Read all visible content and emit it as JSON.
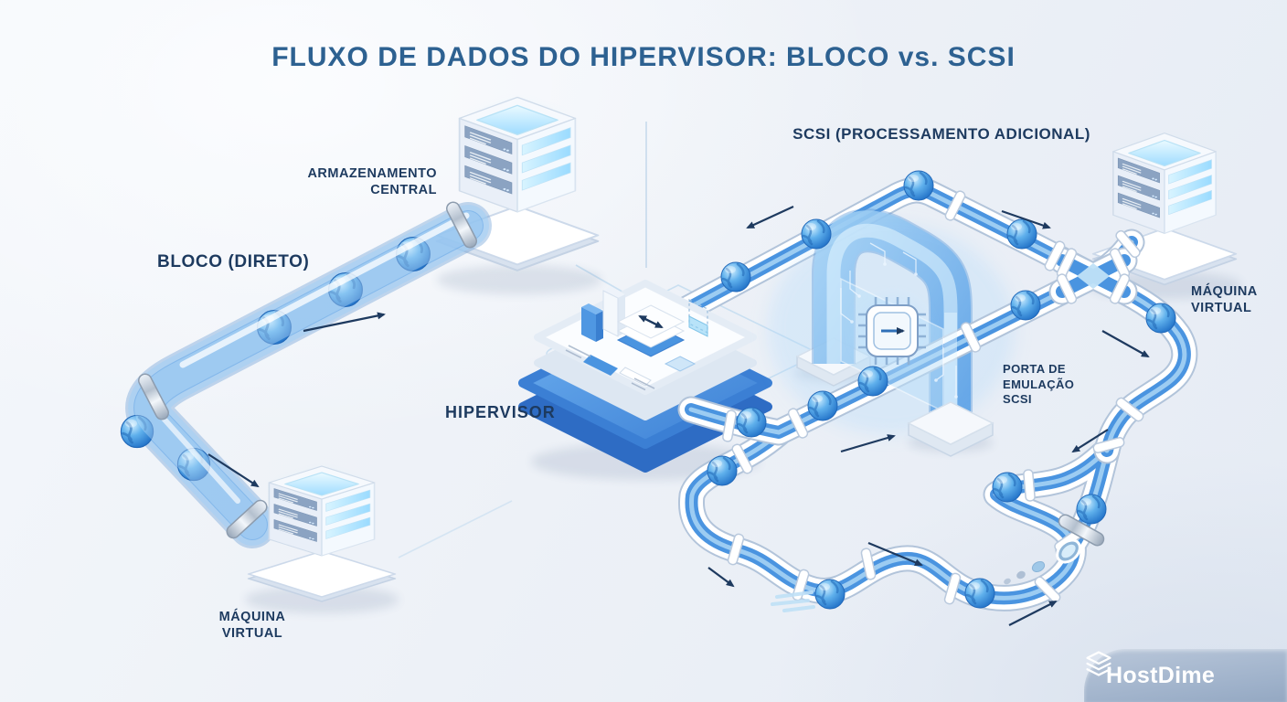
{
  "title": "FLUXO DE DADOS DO HIPERVISOR: BLOCO vs. SCSI",
  "sections": {
    "bloco": {
      "flow_label": "BLOCO (DIRETO)",
      "storage_label_line1": "ARMAZENAMENTO",
      "storage_label_line2": "CENTRAL",
      "vm_label_line1": "MÁQUINA",
      "vm_label_line2": "VIRTUAL"
    },
    "hipervisor": {
      "label": "HIPERVISOR"
    },
    "scsi": {
      "flow_label": "SCSI (PROCESSAMENTO ADICIONAL)",
      "gate_label_line1": "PORTA DE",
      "gate_label_line2": "EMULAÇÃO",
      "gate_label_line3": "SCSI",
      "vm_label_line1": "MÁQUINA",
      "vm_label_line2": "VIRTUAL"
    }
  },
  "branding": {
    "logo_text": "HostDime"
  },
  "colors": {
    "background": "#eef2f8",
    "title": "#2d6191",
    "label": "#1d3a5f",
    "pipe_blue": "#4a94e0",
    "globe_blue": "#2f7fd1",
    "banner": "#9db0c9",
    "arrow": "#1e3a5f"
  }
}
